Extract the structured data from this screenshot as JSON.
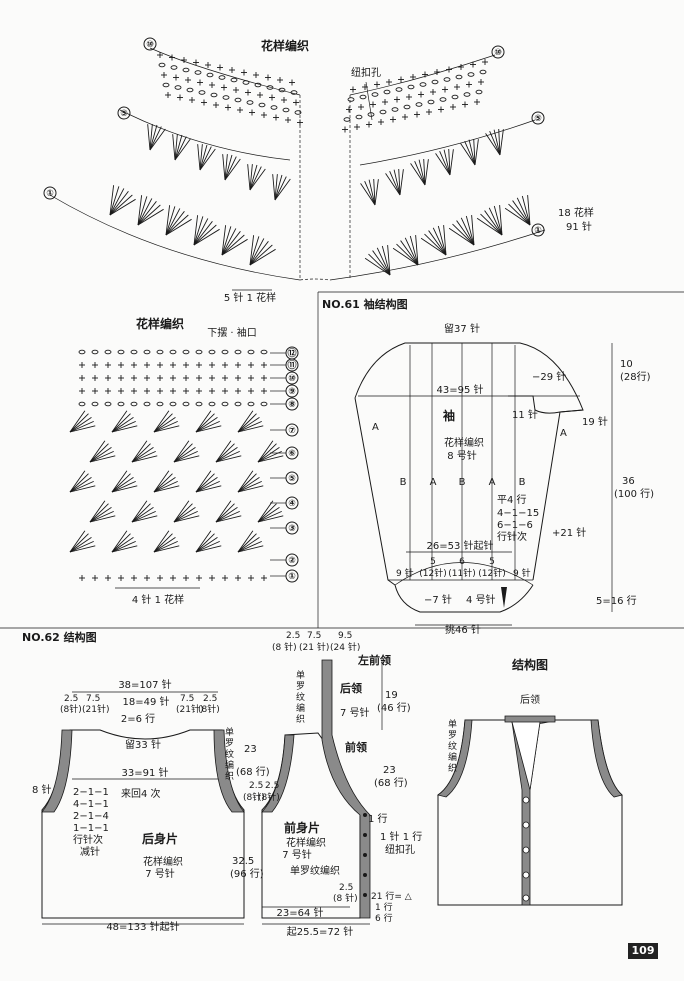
{
  "page_number": "109",
  "top_pattern": {
    "title": "花样编织",
    "buttonhole": "纽扣孔",
    "repeat_bottom": "5 针 1 花样",
    "repeat_right_a": "18 花样",
    "repeat_right_b": "91 针",
    "row_marks": [
      "⑩",
      "⑤",
      "①"
    ]
  },
  "hem_pattern": {
    "title": "花样编织",
    "subtitle": "下摆 · 袖口",
    "repeat": "4 针 1 花样",
    "rows": [
      "⑫",
      "⑪",
      "⑩",
      "⑨",
      "⑧",
      "⑦",
      "⑥",
      "⑤",
      "④",
      "③",
      "②",
      "①"
    ]
  },
  "sleeve": {
    "heading": "NO.61 袖结构图",
    "leave": "留37 针",
    "name": "袖",
    "width_top": "43=95 针",
    "cap_dec": "−29 针",
    "dec_11": "11 针",
    "dec_19": "19 针",
    "pattern": "花样编织",
    "needle": "8 号针",
    "a_label": "A",
    "b_label": "B",
    "flat": "平4 行",
    "inc1": "4−1−15",
    "inc2": "6−1−6",
    "inc3": "行针次",
    "inc_total": "+21 针",
    "cast_on": "26=53 针起针",
    "cuff_9a": "9 针",
    "cuff_5a": "5",
    "cuff_12": "(12针)",
    "cuff_6": "6",
    "cuff_11": "(11针)",
    "cuff_5b": "5",
    "cuff_12b": "(12针)",
    "cuff_9b": "9 针",
    "cuff_dec": "−7 针",
    "cuff_needle": "4 号针",
    "pick_up": "挑46 针",
    "h_cap_cm": "10",
    "h_cap_rows": "(28行)",
    "h_body_cm": "36",
    "h_body_rows": "(100 行)",
    "h_cuff": "5=16 行"
  },
  "no62": {
    "heading": "NO.62 结构图",
    "back": {
      "width_top": "38=107 针",
      "sh_l_cm": "2.5",
      "sh_l2_cm": "7.5",
      "sh_l_st": "(8针)",
      "sh_l2_st": "(21针)",
      "neck_mid": "18=49 针",
      "sh_r_cm": "7.5",
      "sh_r2_cm": "2.5",
      "sh_r_st": "(21针)",
      "sh_r2_st": "(8针)",
      "neck_dec": "2=6 行",
      "leave": "留33 针",
      "body_w": "33=91 针",
      "arm_st": "8 针",
      "dec1": "2−1−1",
      "dec2": "4−1−1",
      "dec3": "2−1−4",
      "dec4": "1−1−1",
      "dec_hdr": "行针次",
      "dec_lbl": "减针",
      "repeat": "来回4 次",
      "name": "后身片",
      "pattern": "花样编织",
      "needle": "7 号针",
      "band1": "单罗纹编织",
      "arm_h_cm": "23",
      "arm_h_rows": "(68 行)",
      "band_cm": "2.5",
      "band_st": "(8针)",
      "bottom": "48=133 针起针"
    },
    "front": {
      "top_a": "2.5",
      "top_b": "7.5",
      "top_c": "9.5",
      "top_a_st": "(8 针)",
      "top_b_st": "(21 针)",
      "top_c_st": "(24 针)",
      "left_front_band": "左前领",
      "back_neck": "后领",
      "neck_needle": "7 号针",
      "front_neck": "前领",
      "rib_label": "单罗纹编织",
      "neck_h_cm": "19",
      "neck_h_rows": "(46 行)",
      "arm_h_cm": "23",
      "arm_h_rows": "(68 行)",
      "band_cm": "2.5",
      "band_st": "(8针)",
      "name": "前身片",
      "pattern": "花样编织",
      "needle": "7 号针",
      "button1": "1 针 1 行",
      "button2": "纽扣孔",
      "one_row": "1 行",
      "body_h_cm": "32.5",
      "body_h_rows": "(96 行)",
      "hem_rib": "单罗纹编织",
      "hem_cm": "2.5",
      "hem_st": "(8 针)",
      "rows_21": "21 行= △",
      "rows_1": "1 行",
      "rows_6": "6 行",
      "width": "23=64 针",
      "cast_on": "起25.5=72 针"
    }
  },
  "assembly": {
    "title": "结构图",
    "back_neck": "后领",
    "rib": "单罗纹编织"
  }
}
